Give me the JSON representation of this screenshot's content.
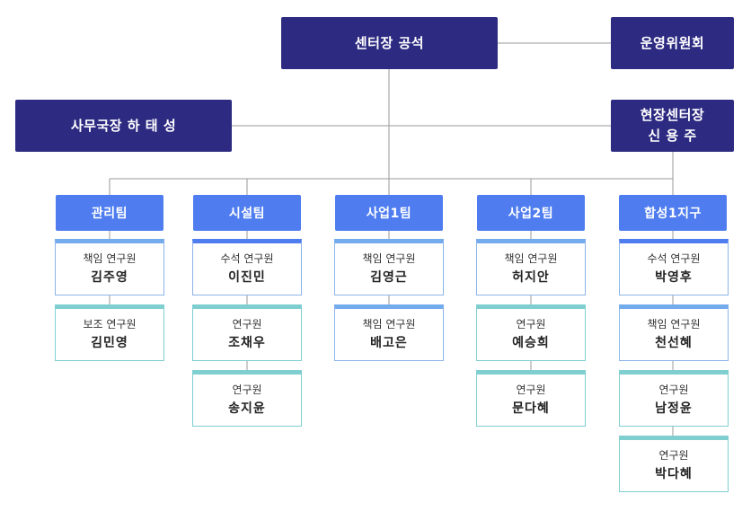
{
  "org": {
    "director": "센터장 공석",
    "committee": "운영위원회",
    "secretary": "사무국장 하 태 성",
    "field_director": {
      "title": "현장센터장",
      "name": "신 용 주"
    }
  },
  "teams": [
    {
      "name": "관리팀",
      "members": [
        {
          "role": "책임 연구원",
          "name": "김주영"
        },
        {
          "role": "보조 연구원",
          "name": "김민영"
        }
      ]
    },
    {
      "name": "시설팀",
      "members": [
        {
          "role": "수석 연구원",
          "name": "이진민"
        },
        {
          "role": "연구원",
          "name": "조채우"
        },
        {
          "role": "연구원",
          "name": "송지윤"
        }
      ]
    },
    {
      "name": "사업1팀",
      "members": [
        {
          "role": "책임 연구원",
          "name": "김영근"
        },
        {
          "role": "책임 연구원",
          "name": "배고은"
        }
      ]
    },
    {
      "name": "사업2팀",
      "members": [
        {
          "role": "책임 연구원",
          "name": "허지안"
        },
        {
          "role": "연구원",
          "name": "예승희"
        },
        {
          "role": "연구원",
          "name": "문다혜"
        }
      ]
    },
    {
      "name": "합성1지구",
      "members": [
        {
          "role": "수석 연구원",
          "name": "박영후"
        },
        {
          "role": "책임 연구원",
          "name": "천선혜"
        },
        {
          "role": "연구원",
          "name": "남정윤"
        },
        {
          "role": "연구원",
          "name": "박다혜"
        }
      ]
    }
  ],
  "colors": {
    "dark_node": "#2d2a82",
    "team_node": "#4f7df0",
    "line": "#9a9a9a",
    "member_top_senior": "#4f7df0",
    "member_top_lead": "#73abed",
    "member_top_researcher": "#58c6cc",
    "member_top_assistant": "#49d39a"
  }
}
